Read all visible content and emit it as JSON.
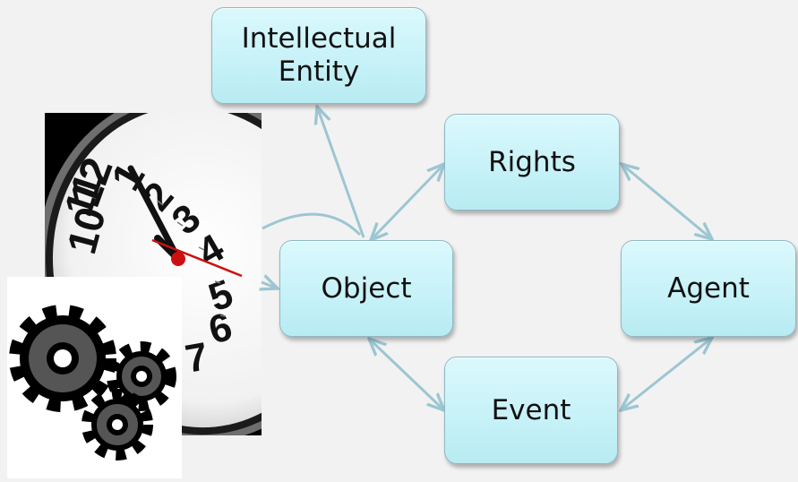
{
  "diagram": {
    "nodes": {
      "intellectual_entity": {
        "line1": "Intellectual",
        "line2": "Entity"
      },
      "rights": "Rights",
      "object": "Object",
      "agent": "Agent",
      "event": "Event"
    },
    "images": {
      "clock": {
        "numerals": [
          "12",
          "11",
          "10",
          "1",
          "2",
          "3",
          "4",
          "5",
          "6",
          "7"
        ]
      },
      "gears": {
        "icon": "gears-icon"
      }
    },
    "colors": {
      "node_fill": "#c9f2f8",
      "node_border": "#8fb8c4",
      "connector": "#9cc6d2",
      "background": "#f2f2f2",
      "clock_hand_second": "#cc1010"
    }
  }
}
